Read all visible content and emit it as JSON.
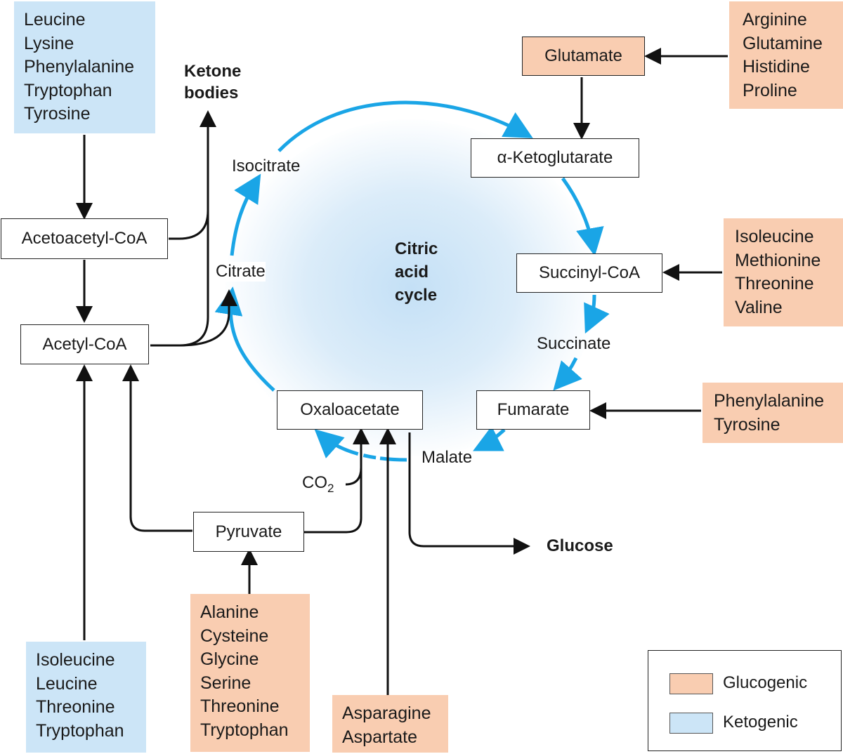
{
  "colors": {
    "glucogenic": "#f9cdb1",
    "ketogenic": "#cce5f7",
    "cycle_arrow": "#1aa5e6",
    "line": "#111111"
  },
  "amino_groups": {
    "top_left_ketogenic": [
      "Leucine",
      "Lysine",
      "Phenylalanine",
      "Tryptophan",
      "Tyrosine"
    ],
    "top_right_glucogenic": [
      "Arginine",
      "Glutamine",
      "Histidine",
      "Proline"
    ],
    "right_mid_glucogenic": [
      "Isoleucine",
      "Methionine",
      "Threonine",
      "Valine"
    ],
    "right_lower_glucogenic": [
      "Phenylalanine",
      "Tyrosine"
    ],
    "bottom_left_ketogenic": [
      "Isoleucine",
      "Leucine",
      "Threonine",
      "Tryptophan"
    ],
    "bottom_mid_glucogenic": [
      "Alanine",
      "Cysteine",
      "Glycine",
      "Serine",
      "Threonine",
      "Tryptophan"
    ],
    "bottom_asp_glucogenic": [
      "Asparagine",
      "Aspartate"
    ]
  },
  "metabolites": {
    "glutamate": "Glutamate",
    "alpha_ketoglutarate": "α-Ketoglutarate",
    "succinyl_coa": "Succinyl-CoA",
    "fumarate": "Fumarate",
    "oxaloacetate": "Oxaloacetate",
    "pyruvate": "Pyruvate",
    "acetoacetyl_coa": "Acetoacetyl-CoA",
    "acetyl_coa": "Acetyl-CoA"
  },
  "labels": {
    "isocitrate": "Isocitrate",
    "citrate": "Citrate",
    "succinate": "Succinate",
    "malate": "Malate",
    "co2_main": "CO",
    "co2_sub": "2",
    "ketone_line1": "Ketone",
    "ketone_line2": "bodies",
    "glucose": "Glucose",
    "cycle_line1": "Citric",
    "cycle_line2": "acid",
    "cycle_line3": "cycle"
  },
  "legend": {
    "glucogenic": "Glucogenic",
    "ketogenic": "Ketogenic"
  }
}
